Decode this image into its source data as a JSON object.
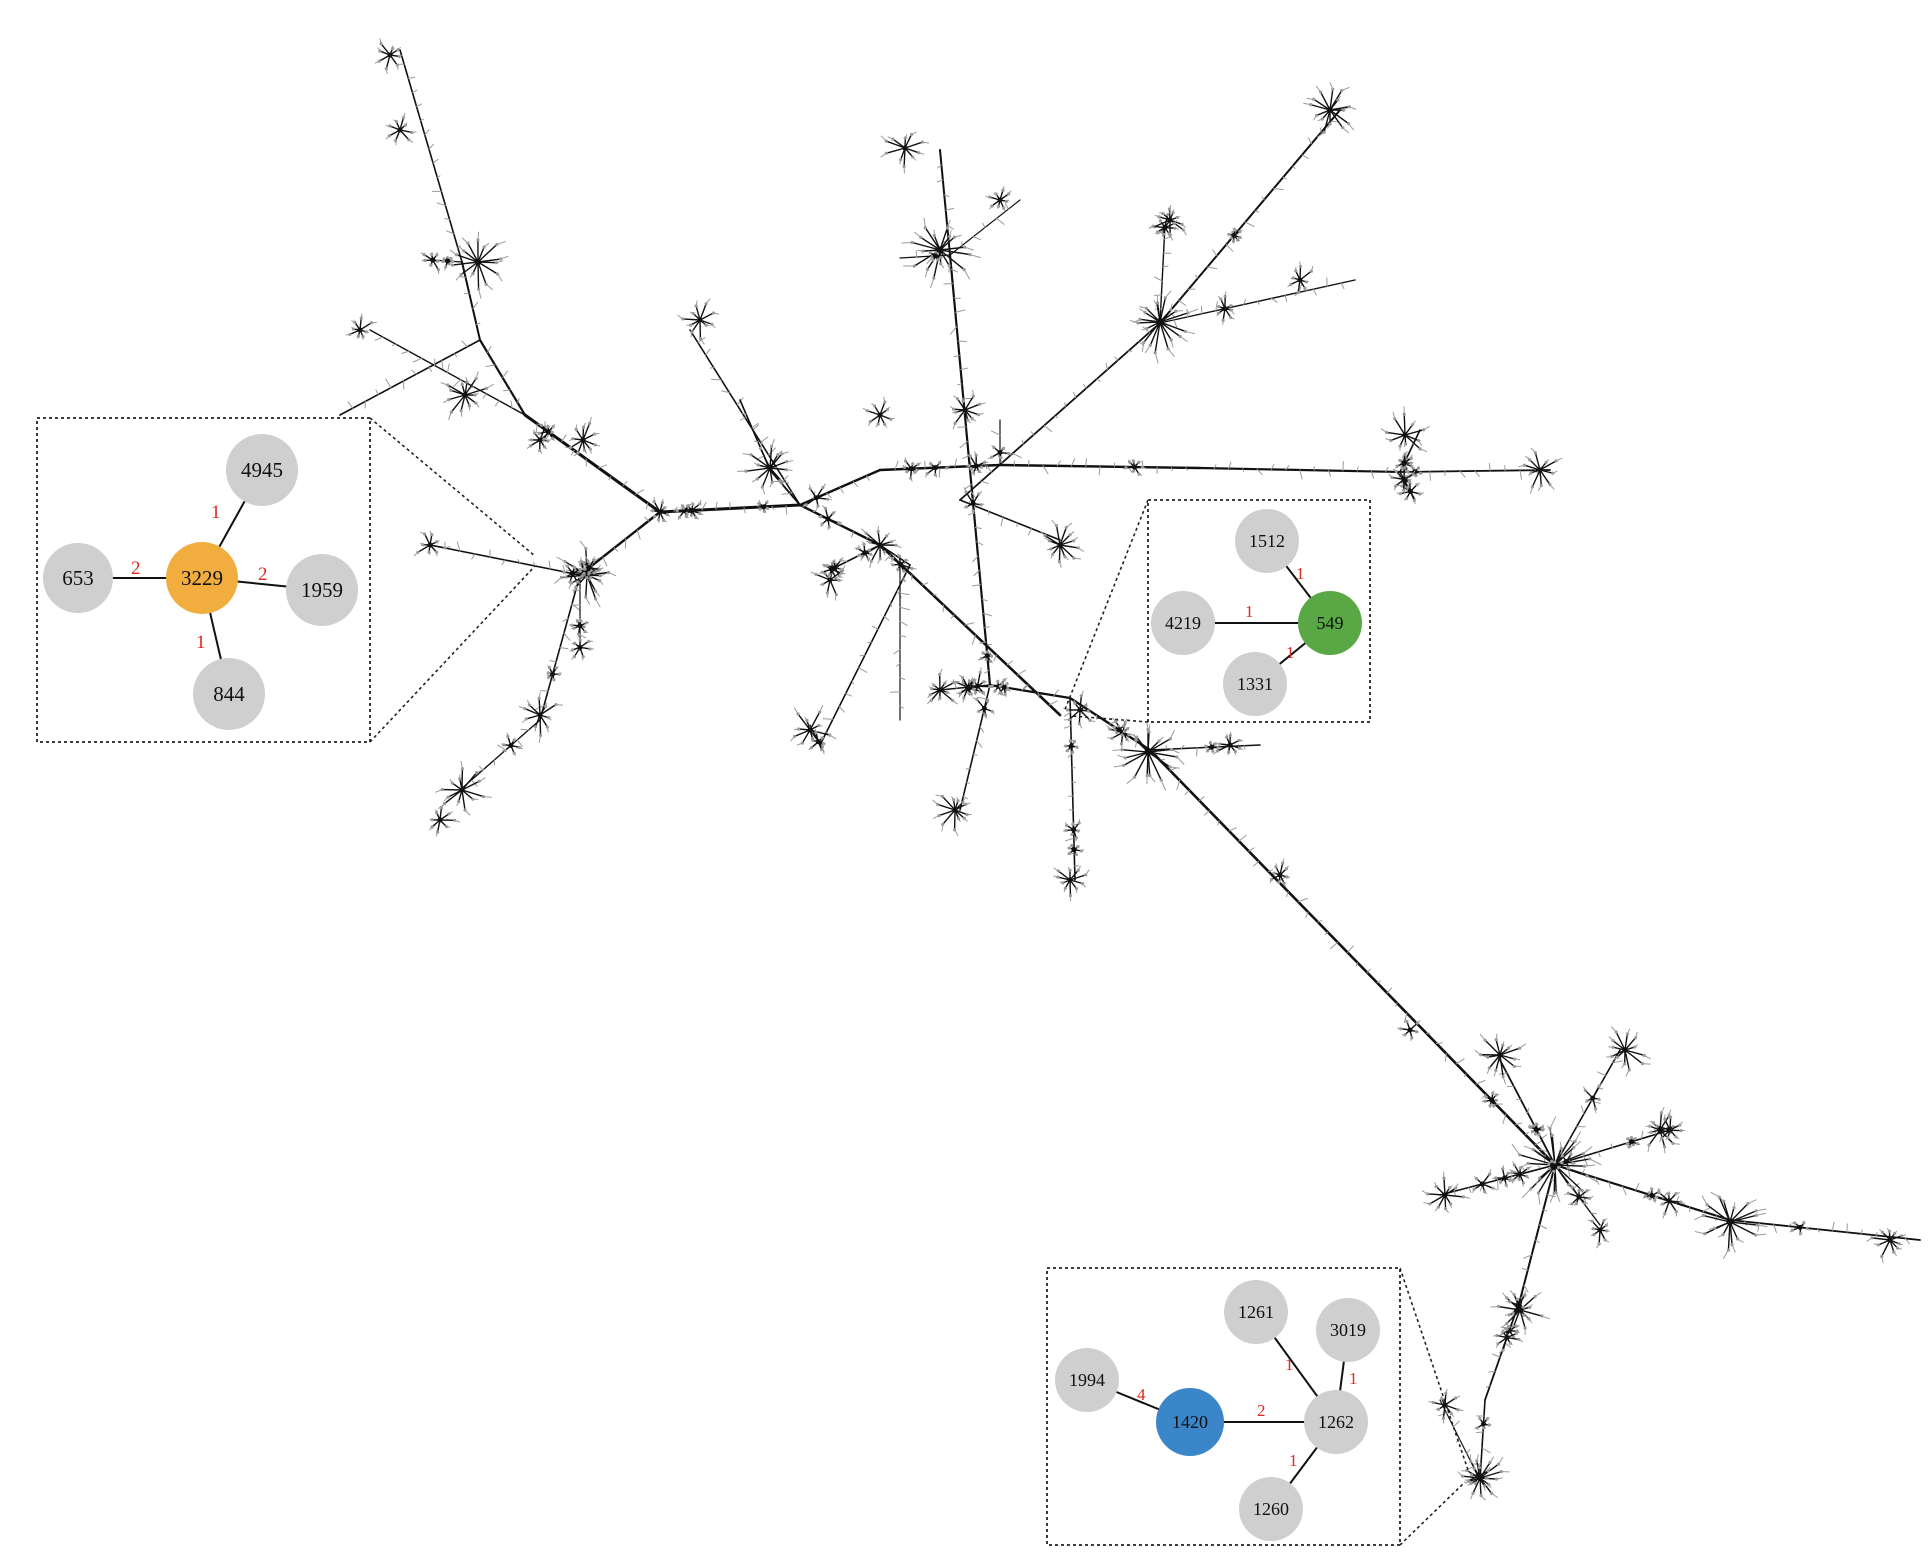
{
  "colors": {
    "background": "#ffffff",
    "tree_edge": "#111111",
    "tree_leaf": "#9a9a9a",
    "node_default": "#cfcfcf",
    "node_orange": "#f2ad3f",
    "node_green": "#5aa845",
    "node_blue": "#3a86c8",
    "edge_label": "#e0271f",
    "inset_border": "#222222"
  },
  "insets": [
    {
      "id": "inset-left",
      "center": "3229",
      "nodes": [
        {
          "label": "3229",
          "color": "orange"
        },
        {
          "label": "4945",
          "color": "default"
        },
        {
          "label": "653",
          "color": "default"
        },
        {
          "label": "1959",
          "color": "default"
        },
        {
          "label": "844",
          "color": "default"
        }
      ],
      "edges": [
        {
          "from": "3229",
          "to": "4945",
          "weight": "1"
        },
        {
          "from": "3229",
          "to": "653",
          "weight": "2"
        },
        {
          "from": "3229",
          "to": "1959",
          "weight": "2"
        },
        {
          "from": "3229",
          "to": "844",
          "weight": "1"
        }
      ]
    },
    {
      "id": "inset-middle",
      "center": "549",
      "nodes": [
        {
          "label": "549",
          "color": "green"
        },
        {
          "label": "1512",
          "color": "default"
        },
        {
          "label": "4219",
          "color": "default"
        },
        {
          "label": "1331",
          "color": "default"
        }
      ],
      "edges": [
        {
          "from": "549",
          "to": "1512",
          "weight": "1"
        },
        {
          "from": "549",
          "to": "4219",
          "weight": "1"
        },
        {
          "from": "549",
          "to": "1331",
          "weight": "1"
        }
      ]
    },
    {
      "id": "inset-bottom",
      "center": "1420",
      "nodes": [
        {
          "label": "1420",
          "color": "blue"
        },
        {
          "label": "1994",
          "color": "default"
        },
        {
          "label": "1262",
          "color": "default"
        },
        {
          "label": "1261",
          "color": "default"
        },
        {
          "label": "3019",
          "color": "default"
        },
        {
          "label": "1260",
          "color": "default"
        }
      ],
      "edges": [
        {
          "from": "1420",
          "to": "1994",
          "weight": "4"
        },
        {
          "from": "1420",
          "to": "1262",
          "weight": "2"
        },
        {
          "from": "1262",
          "to": "1261",
          "weight": "1"
        },
        {
          "from": "1262",
          "to": "3019",
          "weight": "1"
        },
        {
          "from": "1262",
          "to": "1260",
          "weight": "1"
        }
      ]
    }
  ]
}
